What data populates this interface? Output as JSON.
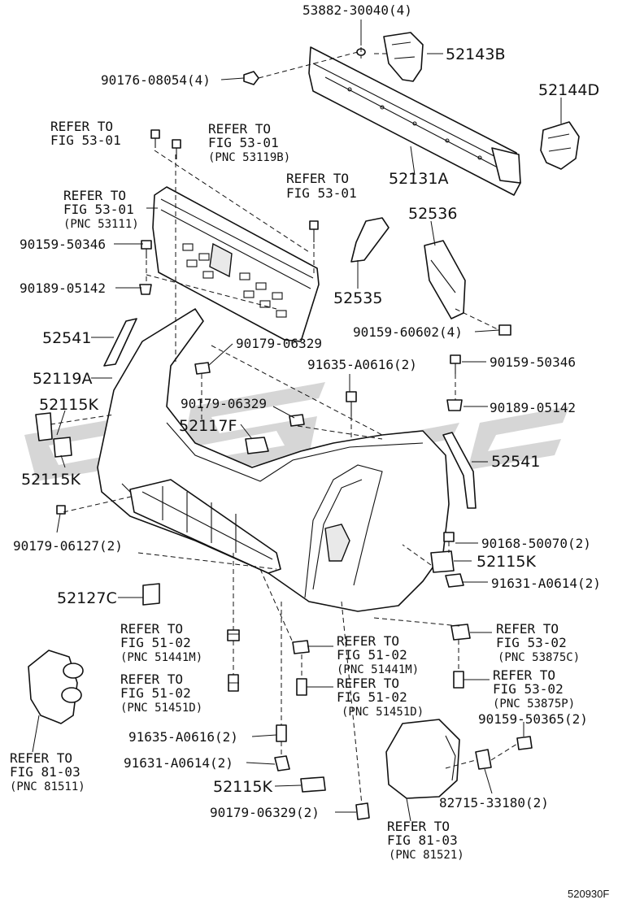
{
  "figure_id": "520930F",
  "labels": {
    "p53882": "53882-30040(4)",
    "p52143B": "52143B",
    "p90176": "90176-08054(4)",
    "p52144D": "52144D",
    "p52131A": "52131A",
    "p52536": "52536",
    "p52535": "52535",
    "p90159_60602": "90159-60602(4)",
    "p90159_50346_a": "90159-50346",
    "p90189_05142_a": "90189-05142",
    "p52541_a": "52541",
    "p52119A": "52119A",
    "p90179_06329_a": "90179-06329",
    "p91635_a": "91635-A0616(2)",
    "p90159_50346_b": "90159-50346",
    "p90189_05142_b": "90189-05142",
    "p52115K_a": "52115K",
    "p52115K_b": "52115K",
    "p90179_06329_b": "90179-06329",
    "p52117F": "52117F",
    "p52541_b": "52541",
    "p90179_06127": "90179-06127(2)",
    "p90168_50070": "90168-50070(2)",
    "p52115K_c": "52115K",
    "p91631_a": "91631-A0614(2)",
    "p52127C": "52127C",
    "p90159_50365": "90159-50365(2)",
    "p91635_b": "91635-A0616(2)",
    "p91631_b": "91631-A0614(2)",
    "p52115K_d": "52115K",
    "p90179_06329_c": "90179-06329(2)",
    "p82715": "82715-33180(2)"
  },
  "refers": {
    "r1": {
      "l1": "REFER TO",
      "l2": "FIG 53-01"
    },
    "r2": {
      "l1": "REFER TO",
      "l2": "FIG 53-01",
      "l3": "(PNC 53119B)"
    },
    "r3": {
      "l1": "REFER TO",
      "l2": "FIG 53-01"
    },
    "r4": {
      "l1": "REFER TO",
      "l2": "FIG 53-01",
      "l3": "(PNC 53111)"
    },
    "r5": {
      "l1": "REFER TO",
      "l2": "FIG 51-02",
      "l3": "(PNC 51441M)"
    },
    "r6": {
      "l1": "REFER TO",
      "l2": "FIG 51-02",
      "l3": "(PNC 51451D)"
    },
    "r7": {
      "l1": "REFER TO",
      "l2": "FIG 51-02",
      "l3": "(PNC 51441M)"
    },
    "r8": {
      "l1": "REFER TO",
      "l2": "FIG 51-02",
      "l3": "(PNC 51451D)"
    },
    "r9": {
      "l1": "REFER TO",
      "l2": "FIG 53-02",
      "l3": "(PNC 53875C)"
    },
    "r10": {
      "l1": "REFER TO",
      "l2": "FIG 53-02",
      "l3": "(PNC 53875P)"
    },
    "r11": {
      "l1": "REFER TO",
      "l2": "FIG 81-03",
      "l3": "(PNC 81511)"
    },
    "r12": {
      "l1": "REFER TO",
      "l2": "FIG 81-03",
      "l3": "(PNC 81521)"
    }
  }
}
